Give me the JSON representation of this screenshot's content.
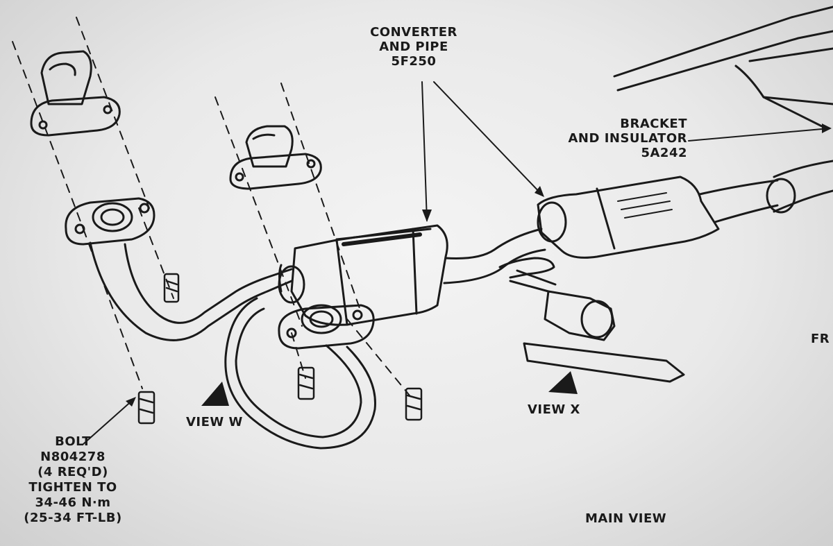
{
  "labels": {
    "converter": [
      "CONVERTER",
      "AND PIPE",
      "5F250"
    ],
    "bracket": [
      "BRACKET",
      "AND INSULATOR",
      "5A242"
    ],
    "bolt": [
      "BOLT",
      "N804278",
      "(4 REQ'D)",
      "TIGHTEN TO",
      "34-46 N·m",
      "(25-34 FT-LB)"
    ],
    "view_w": "VIEW W",
    "view_x": "VIEW X",
    "main_view": "MAIN VIEW",
    "front_partial": "FR"
  },
  "colors": {
    "ink": "#1a1a1a",
    "paper": "#eeeeee"
  }
}
